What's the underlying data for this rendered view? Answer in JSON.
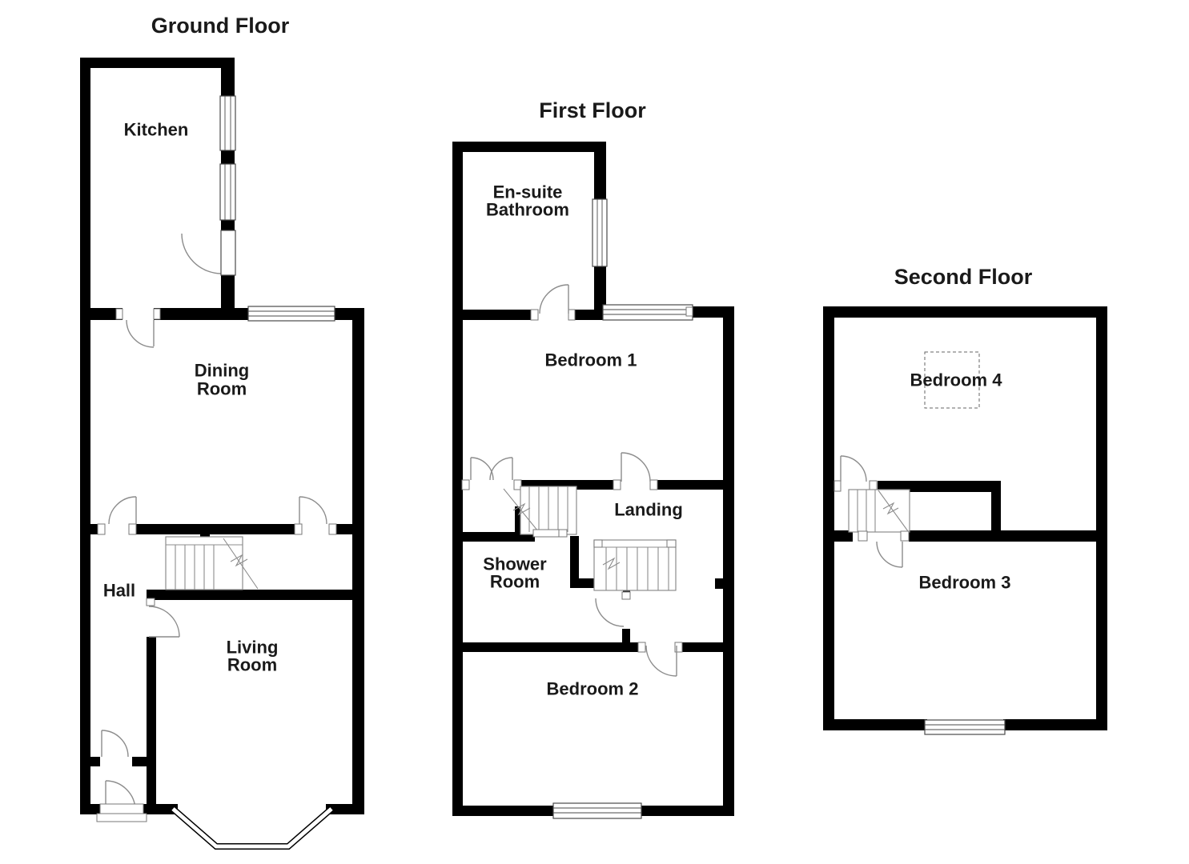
{
  "document_title": "House Floor Plans",
  "colors": {
    "wall": "#000000",
    "line": "#8c8c8c",
    "window_frame": "#4a4a4a",
    "background": "#ffffff",
    "text": "#1a1a1a"
  },
  "ground": {
    "title": "Ground Floor",
    "labels": {
      "kitchen": "Kitchen",
      "dining_line1": "Dining",
      "dining_line2": "Room",
      "hall": "Hall",
      "living_line1": "Living",
      "living_line2": "Room"
    }
  },
  "first": {
    "title": "First Floor",
    "labels": {
      "ensuite_line1": "En-suite",
      "ensuite_line2": "Bathroom",
      "bedroom1": "Bedroom 1",
      "landing": "Landing",
      "shower_line1": "Shower",
      "shower_line2": "Room",
      "bedroom2": "Bedroom 2"
    }
  },
  "second": {
    "title": "Second Floor",
    "labels": {
      "bedroom4": "Bedroom 4",
      "bedroom3": "Bedroom 3"
    }
  }
}
